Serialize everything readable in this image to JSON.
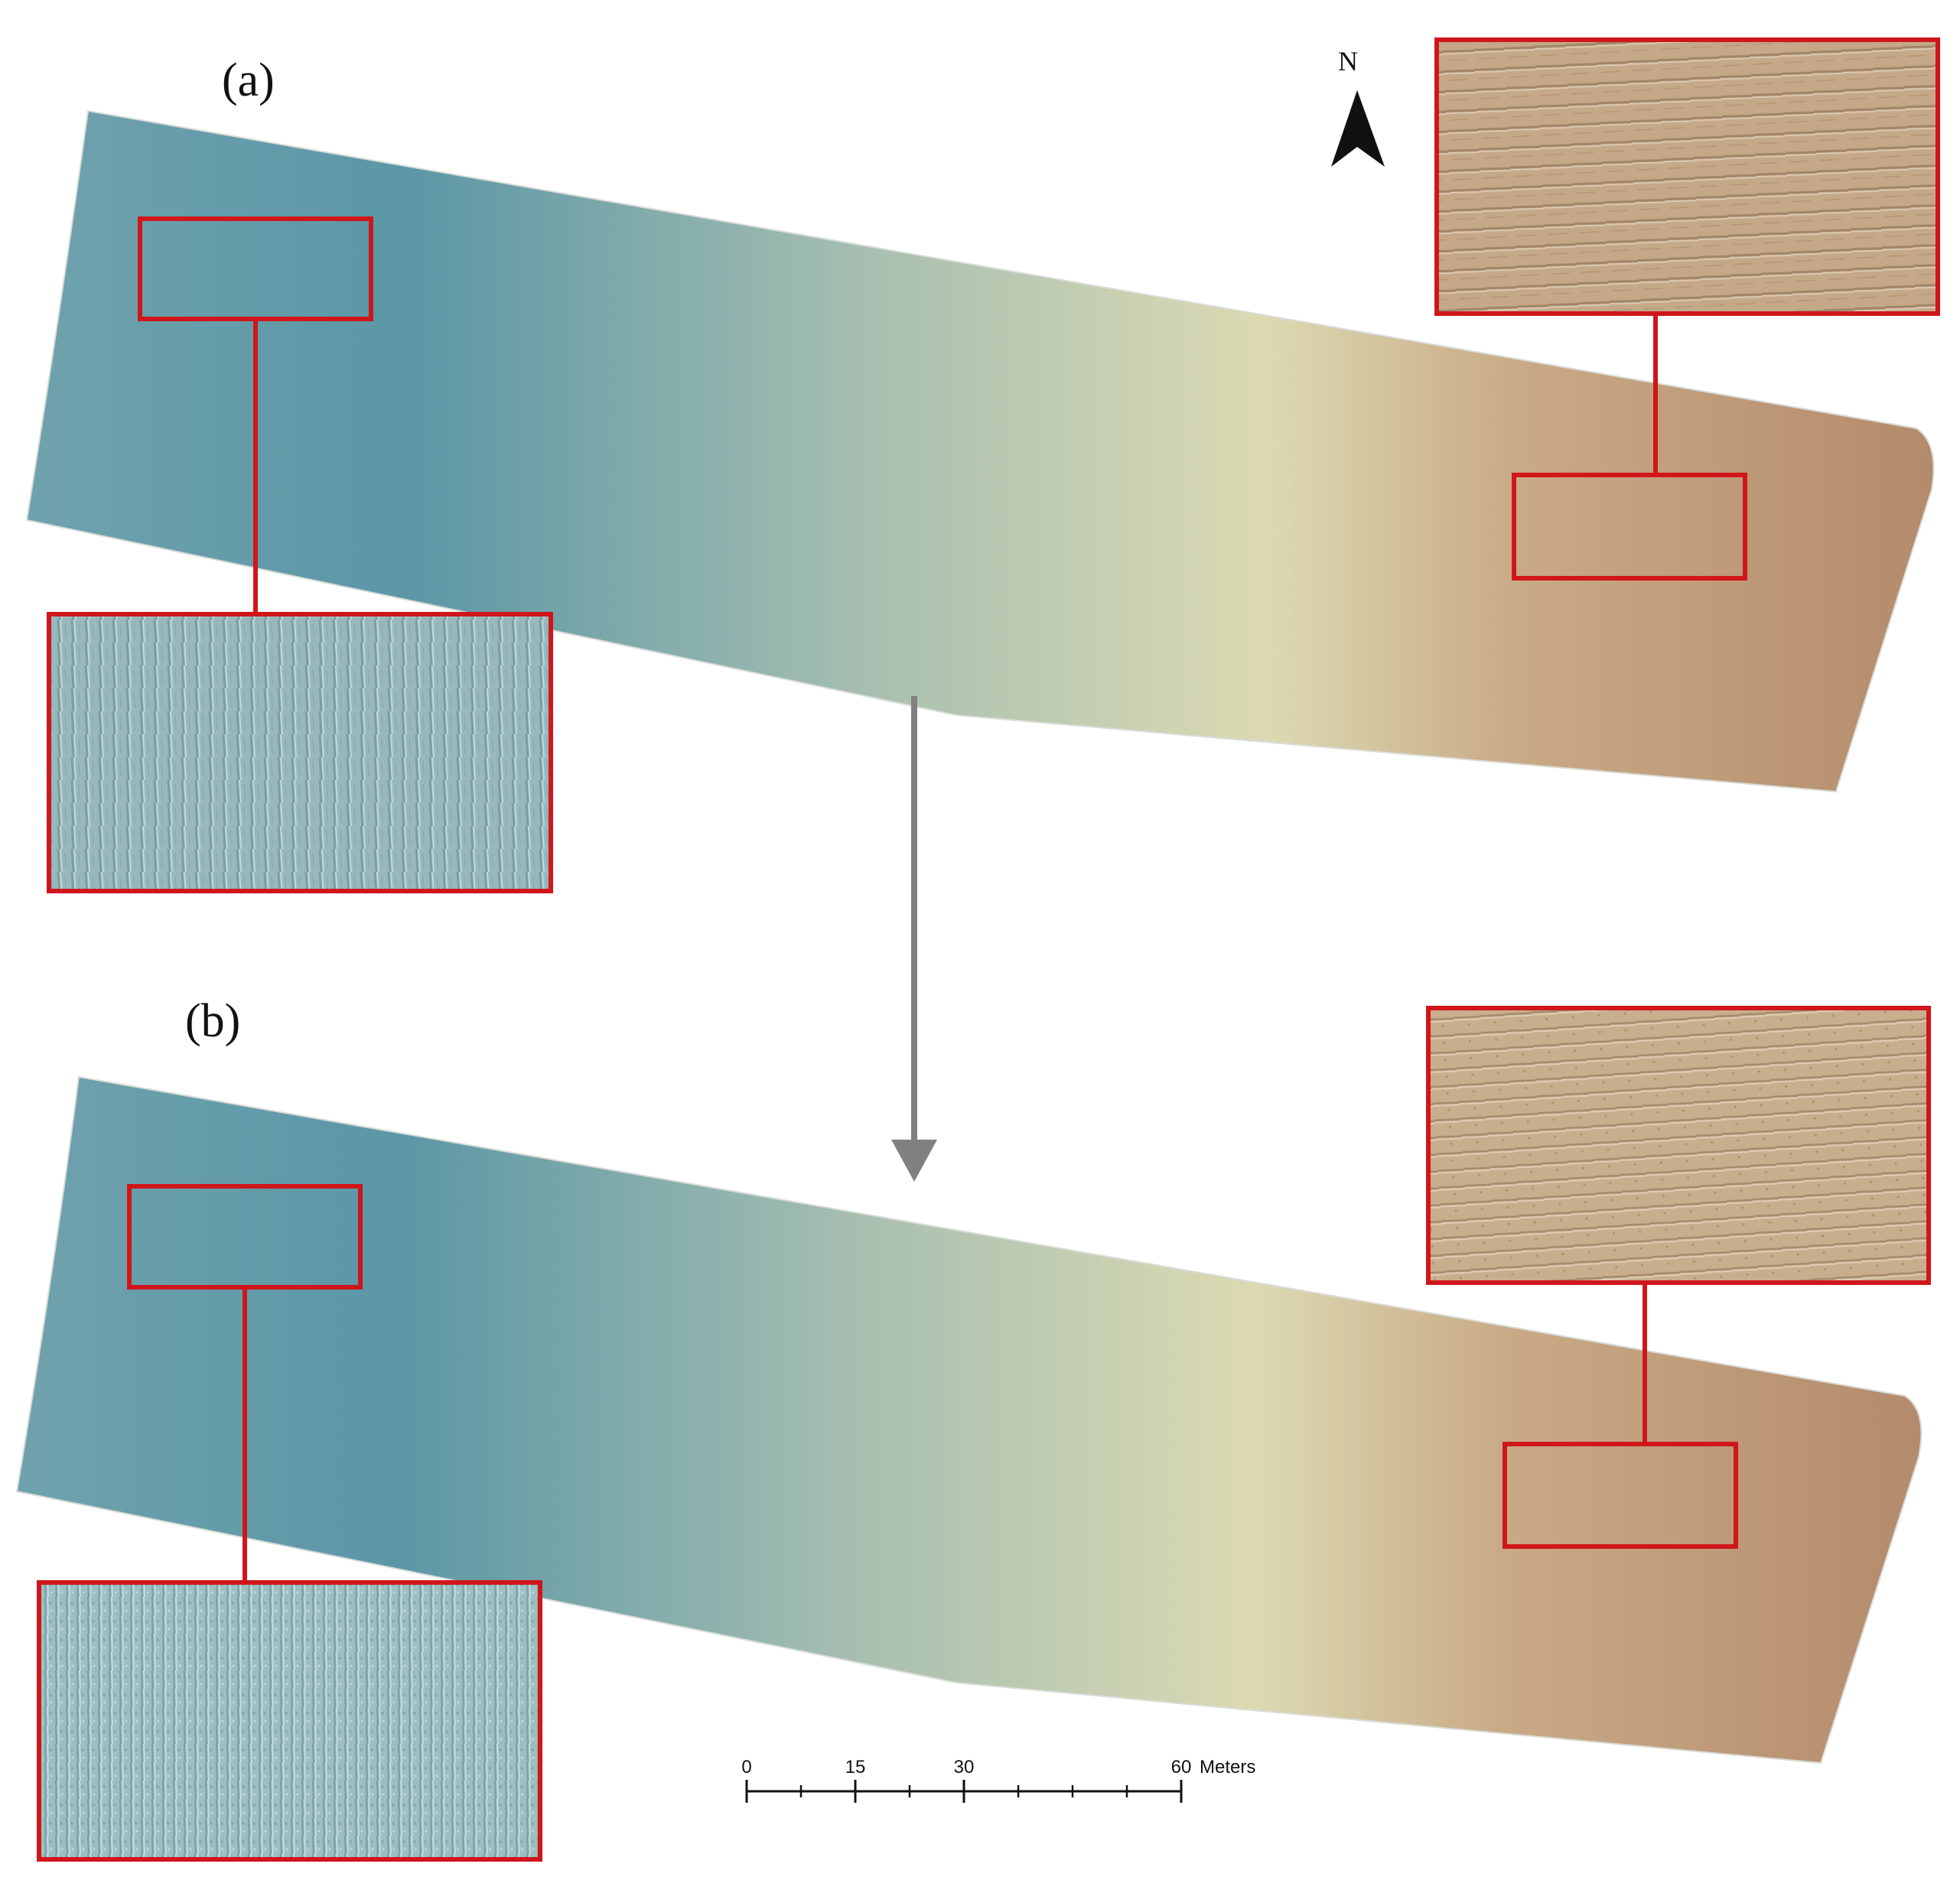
{
  "panels": [
    {
      "label": "(a)"
    },
    {
      "label": "(b)"
    }
  ],
  "north_arrow": {
    "letter": "N",
    "icon": "north-arrow-icon"
  },
  "scale_bar": {
    "ticks": [
      "0",
      "15",
      "30",
      "60"
    ],
    "unit": "Meters"
  },
  "colors": {
    "elevation_low": "#5f9aa8",
    "elevation_mid": "#d8d7b0",
    "elevation_high": "#b98f6d",
    "highlight_box": "#d0161b",
    "flow_arrow": "#808080"
  }
}
